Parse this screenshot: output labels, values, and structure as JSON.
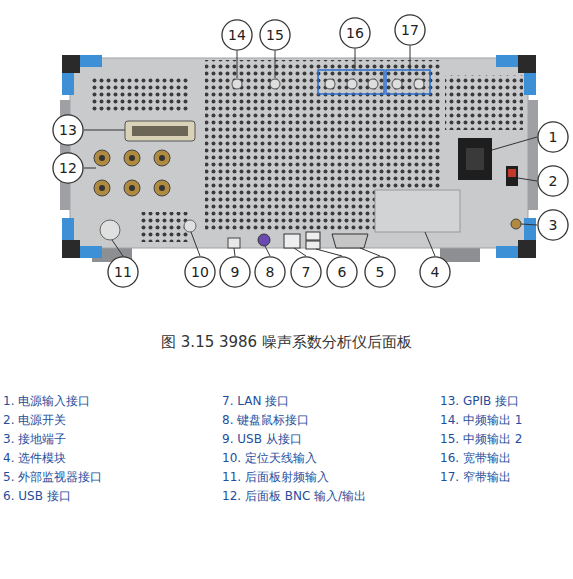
{
  "diagram": {
    "caption": "图 3.15 3986 噪声系数分析仪后面板",
    "nodes": [
      {
        "text": [
          "14"
        ]
      },
      {
        "text": [
          "15"
        ]
      },
      {
        "text": [
          "16"
        ]
      },
      {
        "text": [
          "17"
        ]
      },
      {
        "text": [
          "13"
        ]
      },
      {
        "text": [
          "1"
        ]
      },
      {
        "text": [
          "12"
        ]
      },
      {
        "text": [
          "2"
        ]
      },
      {
        "text": [
          "3"
        ]
      },
      {
        "text": [
          "11"
        ]
      },
      {
        "text": [
          "10"
        ]
      },
      {
        "text": [
          "9"
        ]
      },
      {
        "text": [
          "8"
        ]
      },
      {
        "text": [
          "7"
        ]
      },
      {
        "text": [
          "6"
        ]
      },
      {
        "text": [
          "5"
        ]
      },
      {
        "text": [
          "4"
        ]
      }
    ],
    "labels": [
      "1. 电源输入接口",
      "7. LAN 接口",
      "13. GPIB 接口",
      "2. 电源开关",
      "8. 键盘鼠标接口",
      "14. 中频输出 1",
      "3. 接地端子",
      "9. USB 从接口",
      "15. 中频输出 2",
      "4. 选件模块",
      "10. 定位天线输入",
      "16. 宽带输出",
      "5. 外部监视器接口",
      "11. 后面板射频输入",
      "17. 窄带输出",
      "6. USB 接口",
      "12. 后面板 BNC 输入/输出"
    ]
  }
}
